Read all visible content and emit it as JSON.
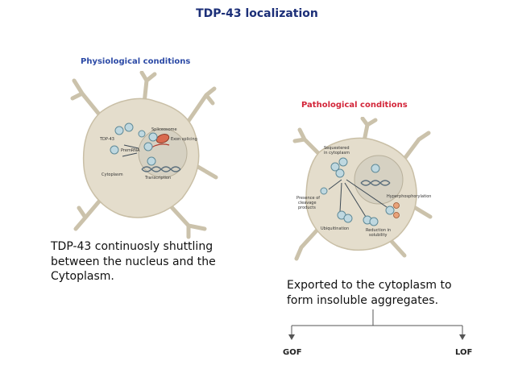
{
  "title": "TDP-43 localization",
  "physiological": {
    "heading": "Physiological conditions",
    "labels": {
      "spliceosome": "Spliceosome",
      "exon_splicing": "Exon splicing",
      "tdp43": "TDP-43",
      "premrna": "PremRNA",
      "transcription": "Transcription",
      "cytoplasm": "Cytoplasm"
    },
    "caption_lines": [
      "TDP-43 continuosly shuttling",
      "between the nucleus and the",
      "Cytoplasm."
    ]
  },
  "pathological": {
    "heading": "Pathological conditions",
    "labels": {
      "sequestered_1": "Sequestered",
      "sequestered_2": "in cytoplasm",
      "presence_1": "Presence of",
      "presence_2": "cleavage",
      "presence_3": "products",
      "hyperphosphorylation": "Hyperphosphorylation",
      "ubiquitination": "Ubiquitination",
      "reduction_1": "Reduction in",
      "reduction_2": "solubility"
    },
    "caption_lines": [
      "Exported to the cytoplasm to",
      "form insoluble aggregates."
    ]
  },
  "outcomes": {
    "gof": "GOF",
    "lof": "LOF"
  },
  "colors": {
    "title": "#1c2f78",
    "physio_heading": "#2c4aa6",
    "patho_heading": "#d3263a",
    "cell_fill": "#e4ddcc",
    "cell_stroke": "#c9bfa6",
    "nucleus_fill": "#d6d1c2",
    "protein_fill": "#bfd8e0",
    "protein_stroke": "#5f8a98"
  }
}
